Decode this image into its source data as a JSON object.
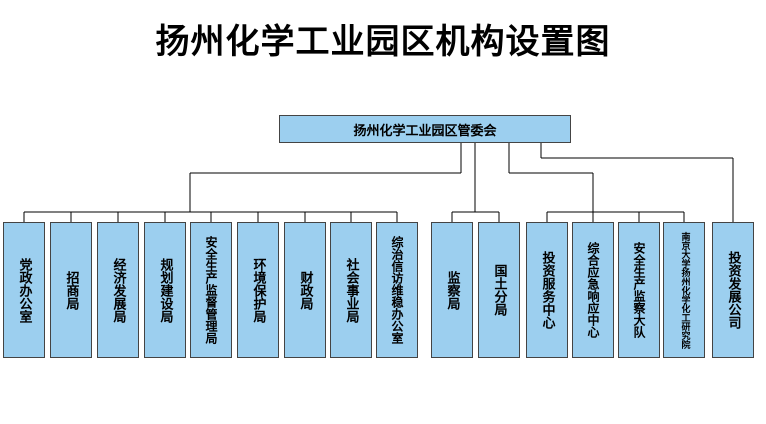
{
  "title": "扬州化学工业园区机构设置图",
  "root": "扬州化学工业园区管委会",
  "departments": [
    {
      "label": "党政办公室",
      "slug": "party-office",
      "size": 13
    },
    {
      "label": "招商局",
      "slug": "investment-bureau",
      "size": 13
    },
    {
      "label": "经济发展局",
      "slug": "economic-development-bureau",
      "size": 13
    },
    {
      "label": "规划建设局",
      "slug": "planning-construction-bureau",
      "size": 13
    },
    {
      "label": "安全生产监督管理局",
      "slug": "safety-supervision-bureau",
      "size": 12
    },
    {
      "label": "环境保护局",
      "slug": "environmental-protection-bureau",
      "size": 13
    },
    {
      "label": "财政局",
      "slug": "finance-bureau",
      "size": 13
    },
    {
      "label": "社会事业局",
      "slug": "social-affairs-bureau",
      "size": 13
    },
    {
      "label": "综治信访维稳办公室",
      "slug": "petition-stability-office",
      "size": 12
    },
    {
      "label": "监察局",
      "slug": "supervision-bureau",
      "size": 13
    },
    {
      "label": "国土分局",
      "slug": "land-branch-bureau",
      "size": 13
    },
    {
      "label": "投资服务中心",
      "slug": "investment-service-center",
      "size": 13
    },
    {
      "label": "综合应急响应中心",
      "slug": "emergency-response-center",
      "size": 12
    },
    {
      "label": "安全生产监察大队",
      "slug": "safety-inspection-brigade",
      "size": 12
    },
    {
      "label": "南京大学扬州化学化工研究院",
      "slug": "nju-chemical-research-institute",
      "size": 9
    },
    {
      "label": "投资发展公司",
      "slug": "investment-development-company",
      "size": 13
    }
  ],
  "colors": {
    "box_fill": "#9ccfef",
    "box_border": "#444444",
    "line": "#000000"
  }
}
